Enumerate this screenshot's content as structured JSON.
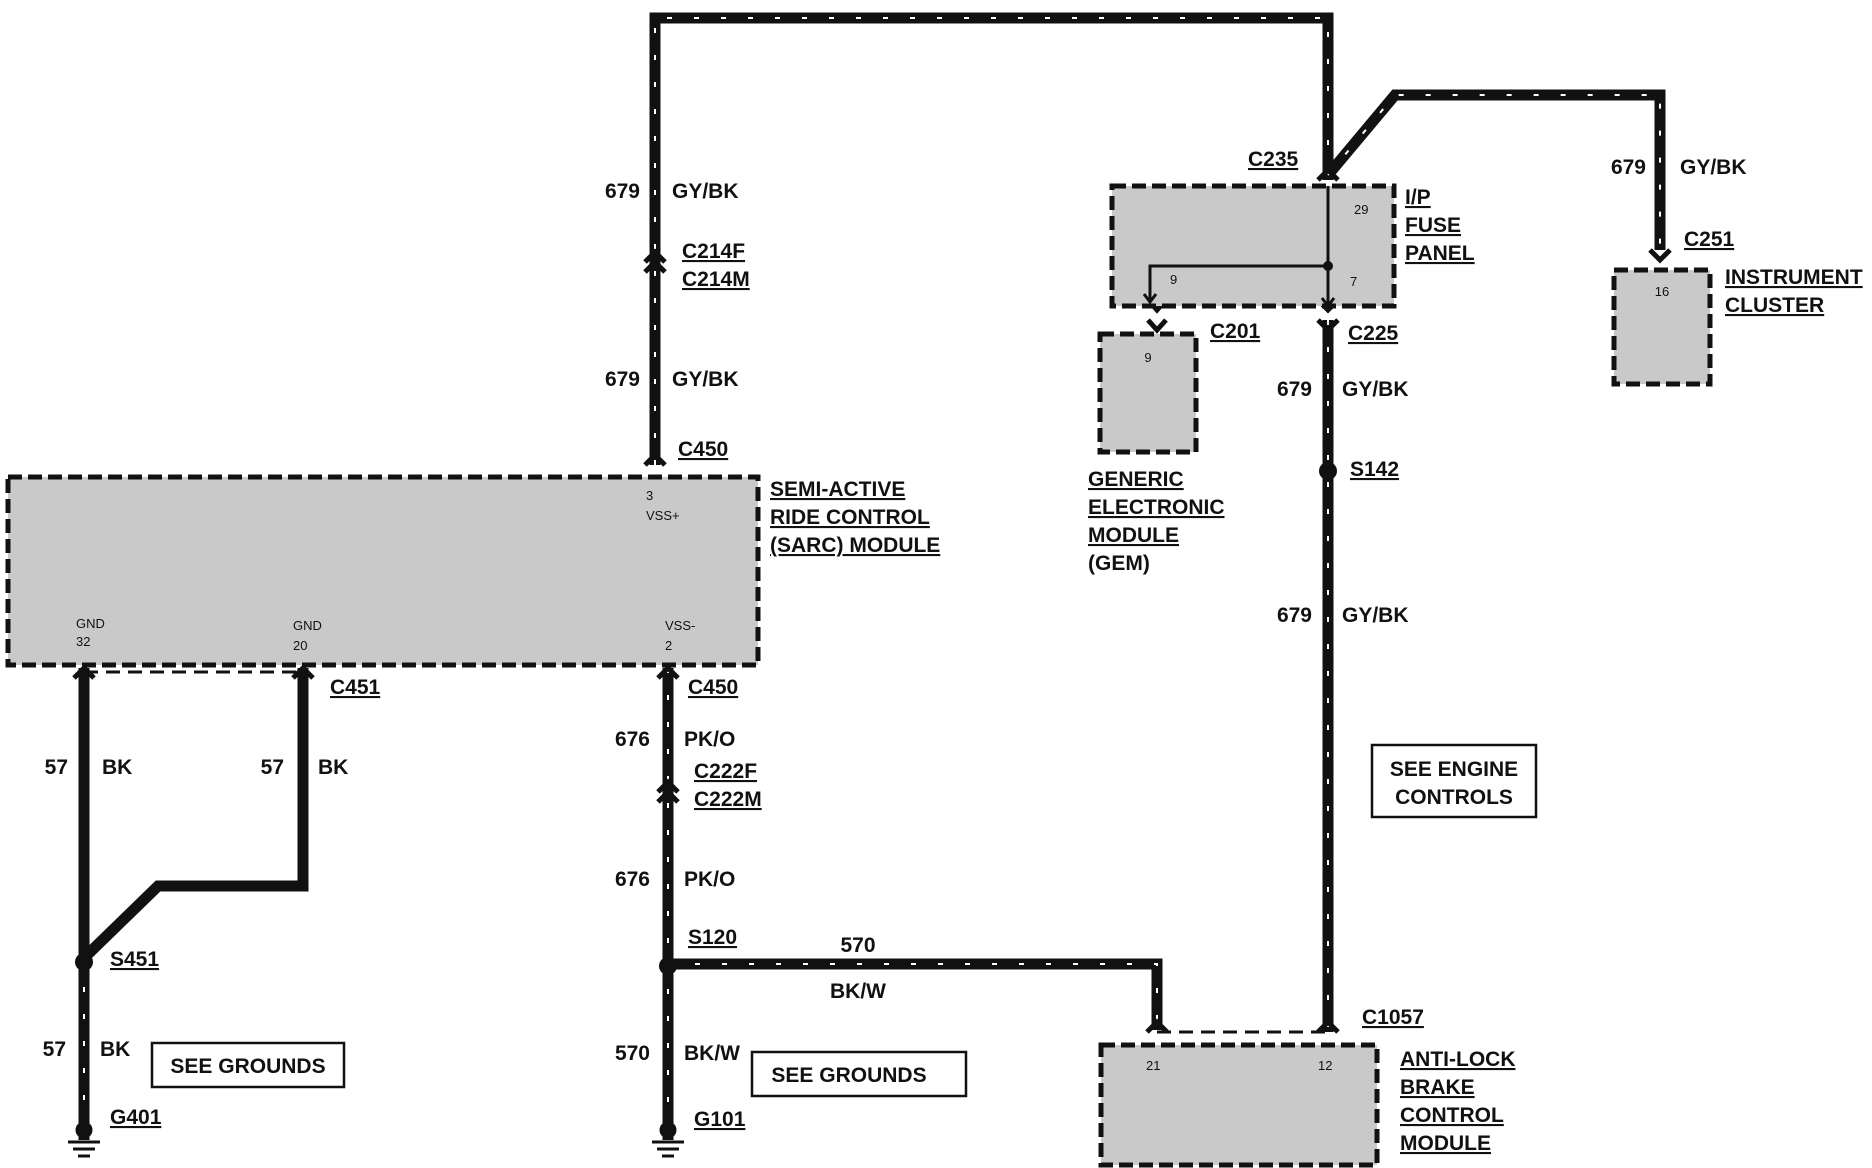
{
  "modules": {
    "sarc": [
      "SEMI-ACTIVE",
      "RIDE CONTROL",
      "(SARC) MODULE"
    ],
    "sarc_pins": {
      "vss_plus_num": "3",
      "vss_plus": "VSS+",
      "gnd1": "GND",
      "gnd1_num": "32",
      "gnd2": "GND",
      "gnd2_num": "20",
      "vss_minus": "VSS-",
      "vss_minus_num": "2"
    },
    "fuse_panel": [
      "I/P",
      "FUSE",
      "PANEL"
    ],
    "fuse_pins": {
      "p29": "29",
      "p9": "9",
      "p7": "7"
    },
    "gem": [
      "GENERIC",
      "ELECTRONIC",
      "MODULE",
      "(GEM)"
    ],
    "gem_pin": "9",
    "cluster": [
      "INSTRUMENT",
      "CLUSTER"
    ],
    "cluster_pin": "16",
    "abs": [
      "ANTI-LOCK",
      "BRAKE",
      "CONTROL",
      "MODULE"
    ],
    "abs_pins": {
      "p21": "21",
      "p12": "12"
    }
  },
  "connectors": {
    "c235": "C235",
    "c225": "C225",
    "c201": "C201",
    "c251": "C251",
    "c214f": "C214F",
    "c214m": "C214M",
    "c450_top": "C450",
    "c450_bot": "C450",
    "c451": "C451",
    "c222f": "C222F",
    "c222m": "C222M",
    "c1057": "C1057"
  },
  "splices": {
    "s142": "S142",
    "s451": "S451",
    "s120": "S120"
  },
  "grounds": {
    "g401": "G401",
    "g101": "G101"
  },
  "wires": {
    "w679": "679",
    "gybk": "GY/BK",
    "w676": "676",
    "pko": "PK/O",
    "w570": "570",
    "bkw": "BK/W",
    "w57": "57",
    "bk": "BK"
  },
  "references": {
    "see_grounds_1": "SEE GROUNDS",
    "see_grounds_2": "SEE GROUNDS",
    "see_engine": [
      "SEE ENGINE",
      "CONTROLS"
    ]
  }
}
